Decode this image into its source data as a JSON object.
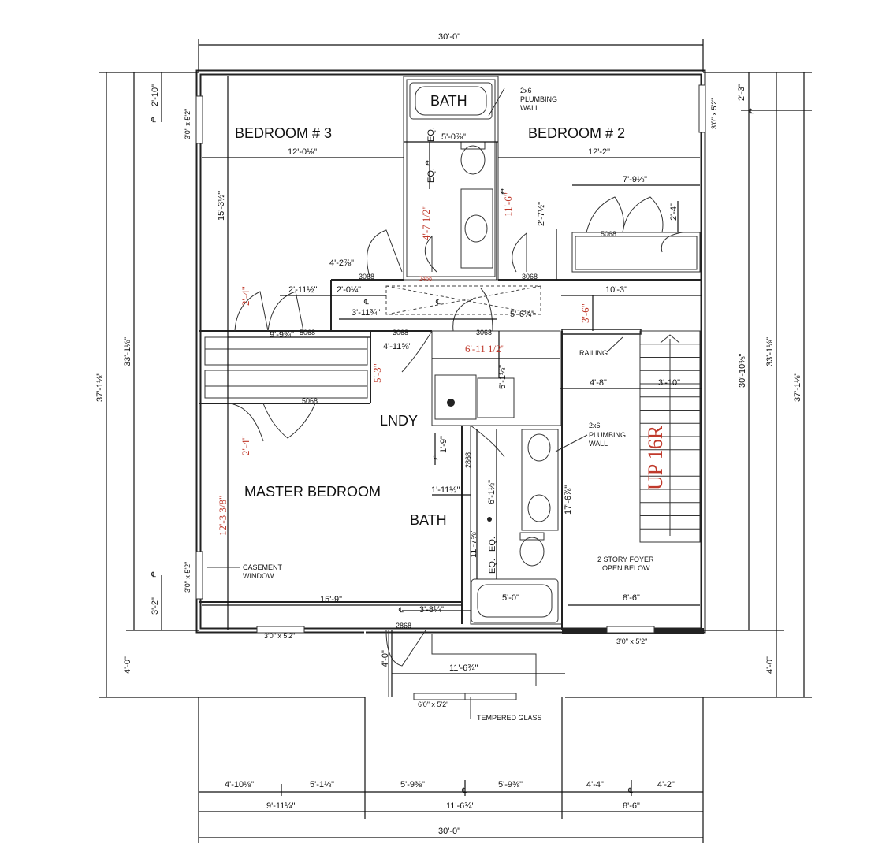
{
  "rooms": {
    "bedroom3": "BEDROOM # 3",
    "bedroom2": "BEDROOM # 2",
    "bath_top": "BATH",
    "master": "MASTER BEDROOM",
    "bath_master": "BATH",
    "laundry": "LNDY"
  },
  "notes": {
    "plumbing_wall_top_1": "2x6",
    "plumbing_wall_top_2": "PLUMBING",
    "plumbing_wall_top_3": "WALL",
    "plumbing_wall_mid_1": "2x6",
    "plumbing_wall_mid_2": "PLUMBING",
    "plumbing_wall_mid_3": "WALL",
    "railing": "RAILING",
    "casement_1": "CASEMENT",
    "casement_2": "WINDOW",
    "foyer_1": "2 STORY FOYER",
    "foyer_2": "OPEN BELOW",
    "tempered": "TEMPERED GLASS",
    "stairs": "UP 16R"
  },
  "windows": {
    "w_left_top": "3'0\" x 5'2\"",
    "w_right_top": "3'0\" x 5'2\"",
    "w_left_bottom": "3'0\" x 5'2\"",
    "w_bottom_left": "3'0\" x 5'2\"",
    "w_bottom_right": "3'0\" x 5'2\"",
    "w_bay": "6'0\" x 5'2\""
  },
  "doors": {
    "d3068_a": "3068",
    "d2468": "2468",
    "d3068_b": "3068",
    "d5068_a": "5068",
    "d3068_c": "3068",
    "d3068_d": "3068",
    "d5068_b": "5068",
    "d5068_c": "5068",
    "d2868_a": "2868",
    "d2868_b": "2868"
  },
  "dims": {
    "top_overall": "30'-0\"",
    "bottom_overall": "30'-0\"",
    "left_overall": "37'-1⅛\"",
    "right_overall": "37'-1⅛\"",
    "left_main": "33'-1⅛\"",
    "right_main": "33'-1⅛\"",
    "left_bay": "4'-0\"",
    "right_bay": "4'-0\"",
    "left_top_win": "2'-10\"",
    "right_top_win": "2'-3\"",
    "left_bot_win": "3'-2\"",
    "right_inner": "30'-10⅜\"",
    "bed3_width": "12'-0⅛\"",
    "bed3_depth": "15'-3½\"",
    "bath_w": "5'-0⅞\"",
    "bed2_width": "12'-2\"",
    "closet_w": "7'-9⅛\"",
    "closet_d": "2'-4\"",
    "bed2_closet_d": "2'-7½\"",
    "hall_a": "4'-2⅞\"",
    "hall_b": "2'-11½\"",
    "hall_c": "2'-0¼\"",
    "hall_d": "3'-11¾\"",
    "hall_e": "5'-6¼\"",
    "hall_f": "10'-3\"",
    "closet_row": "9'-9¾\"",
    "closet_lndy": "4'-11⅝\"",
    "lndy_h": "5'-1⅛\"",
    "foyer_w1": "4'-8\"",
    "foyer_w2": "3'-10\"",
    "mb_bath_a": "1'-9\"",
    "mb_bath_b": "1'-11½\"",
    "mb_bath_c": "6'-1½\"",
    "mb_bath_d": "11'-7⅝\"",
    "stair_len": "17'-6⅞\"",
    "mb_width": "15'-9\"",
    "mb_bath_e": "3'-8¼\"",
    "tub_w": "5'-0\"",
    "foyer_w3": "8'-6\"",
    "bay_w": "11'-6¾\"",
    "bay_d": "4'-0\"",
    "eq1": "EQ.",
    "eq2": "EQ.",
    "eq3": "EQ.",
    "eq4": "EQ.",
    "b1": "4'-10⅛\"",
    "b2": "5'-1⅛\"",
    "b3": "5'-9⅜\"",
    "b4": "5'-9⅜\"",
    "b5": "4'-4\"",
    "b6": "4'-2\"",
    "c1": "9'-11¼\"",
    "c2": "11'-6¾\"",
    "c3": "8'-6\""
  },
  "red_dims": {
    "r1": "2'-4\"",
    "r2": "4'-7 1/2\"",
    "r3": "11'-6\"",
    "r4": "3'-6\"",
    "r5": "6'-11 1/2\"",
    "r6": "5'-3\"",
    "r7": "2'-4\"",
    "r8": "12'-3 3/8\""
  }
}
